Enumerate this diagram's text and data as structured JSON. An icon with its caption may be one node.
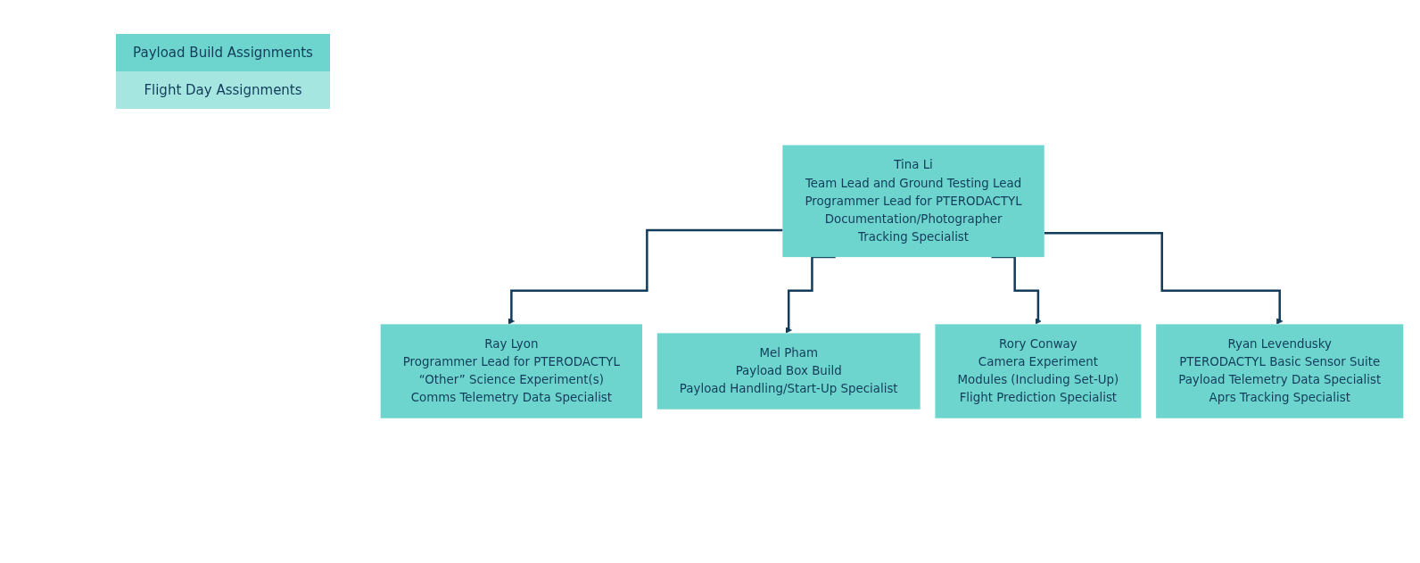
{
  "diagram": {
    "nodes": [
      {
        "text": [
          "Tina Li",
          "Team Lead and Ground Testing Lead",
          "Programmer Lead for PTERODACTYL",
          "Documentation/Photographer",
          "Tracking Specialist"
        ]
      },
      {
        "text": [
          "Ray Lyon",
          "Programmer Lead for PTERODACTYL",
          "“Other” Science Experiment(s)",
          "Comms Telemetry Data Specialist"
        ]
      },
      {
        "text": [
          "Mel Pham",
          "Payload Box Build",
          "Payload Handling/Start-Up Specialist"
        ]
      },
      {
        "text": [
          "Rory Conway",
          "Camera Experiment",
          "Modules (Including Set-Up)",
          "Flight Prediction Specialist"
        ]
      },
      {
        "text": [
          "Ryan Levendusky",
          "PTERODACTYL Basic Sensor Suite",
          "Payload Telemetry Data Specialist",
          "Aprs Tracking Specialist"
        ]
      }
    ],
    "edges": [
      {
        "from": 0,
        "to": 1,
        "arrow": "to"
      },
      {
        "from": 0,
        "to": 2,
        "arrow": "to"
      },
      {
        "from": 0,
        "to": 3,
        "arrow": "to"
      },
      {
        "from": 0,
        "to": 4,
        "arrow": "to"
      }
    ],
    "legend": [
      {
        "text": "Payload Build Assignments",
        "color": "#6dd5cd"
      },
      {
        "text": "Flight Day Assignments",
        "color": "#a6e6e1"
      }
    ]
  }
}
